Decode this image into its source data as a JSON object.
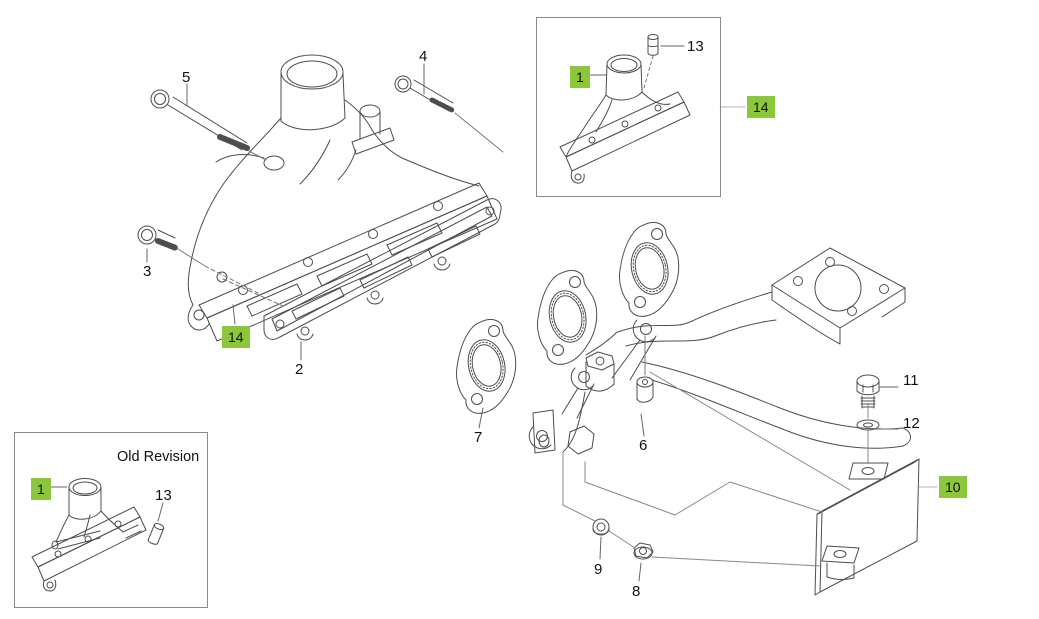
{
  "colors": {
    "highlight": "#8cc63c",
    "art_line": "#4d4d4d",
    "leader_line": "#666666",
    "light_leader": "#b3b3b3",
    "box_border": "#8a8a8a",
    "background": "#ffffff",
    "text": "#111111"
  },
  "main_assembly": {
    "label_5": "5",
    "label_4": "4",
    "label_3": "3",
    "label_2": "2",
    "label_14": "14"
  },
  "new_revision_inset": {
    "label_1": "1",
    "label_13": "13",
    "label_14": "14"
  },
  "old_revision_inset": {
    "caption": "Old Revision",
    "label_1": "1",
    "label_13": "13"
  },
  "exhaust_assembly": {
    "label_7": "7",
    "label_6": "6",
    "label_9": "9",
    "label_8": "8",
    "label_11": "11",
    "label_12": "12",
    "label_10": "10"
  }
}
